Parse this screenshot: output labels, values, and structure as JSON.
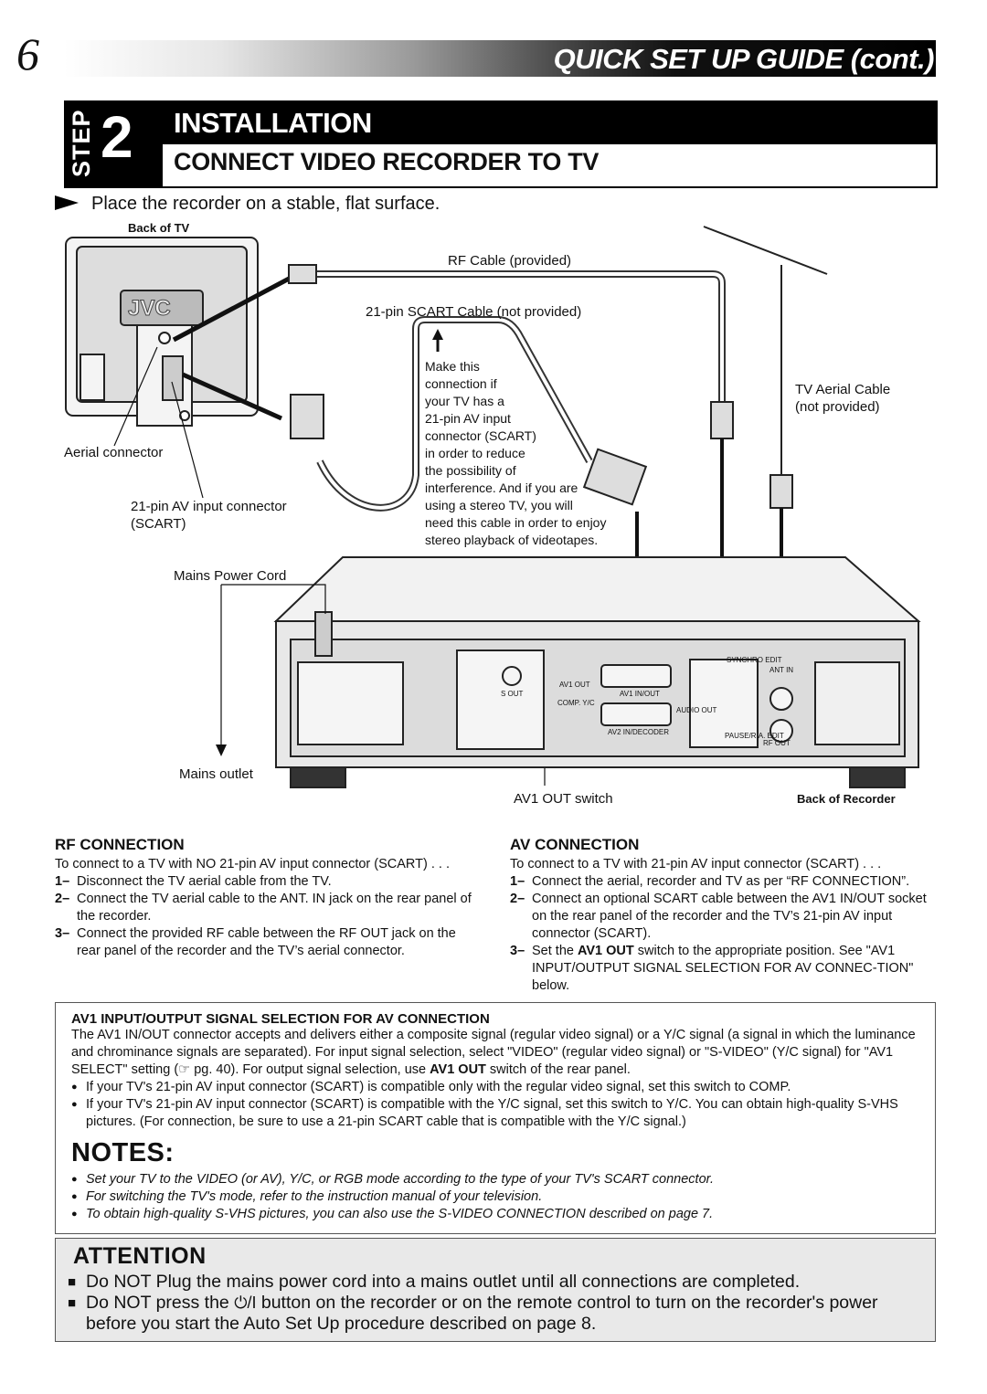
{
  "header": {
    "page_number": "6",
    "title": "QUICK SET UP GUIDE (cont.)"
  },
  "step": {
    "word": "STEP",
    "number": "2",
    "title": "INSTALLATION",
    "subtitle": "CONNECT VIDEO RECORDER TO TV"
  },
  "intro": "Place the recorder on a stable, flat surface.",
  "diagram": {
    "back_of_tv": "Back of TV",
    "tv_brand": "JVC",
    "rf_cable": "RF Cable (provided)",
    "scart_cable": "21-pin SCART Cable (not provided)",
    "make_this": [
      "Make this",
      "connection if",
      "your TV has a",
      "21-pin AV input",
      "connector (SCART)",
      "in order to reduce",
      "the possibility of",
      "interference. And if you are",
      "using a stereo TV, you will",
      "need this cable in order to enjoy",
      "stereo playback of videotapes."
    ],
    "tv_aerial": [
      "TV Aerial Cable",
      "(not provided)"
    ],
    "aerial_connector": "Aerial connector",
    "av_input": [
      "21-pin AV input connector",
      "(SCART)"
    ],
    "mains_cord": "Mains Power Cord",
    "mains_outlet": "Mains outlet",
    "av1_switch": "AV1 OUT switch",
    "back_of_recorder": "Back of Recorder",
    "panel": {
      "s_out": "S OUT",
      "av1_out": "AV1 OUT",
      "comp_yc": "COMP. Y/C",
      "av1_inout": "AV1 IN/OUT",
      "av2": "AV2 IN/DECODER",
      "ant_in": "ANT IN",
      "rf_out": "RF OUT",
      "synchro": "SYNCHRO EDIT",
      "audio_out": "AUDIO OUT",
      "paused": "PAUSE/R.A. EDIT"
    }
  },
  "rf": {
    "heading": "RF CONNECTION",
    "intro": "To connect to a TV with NO 21-pin AV input connector (SCART) . . .",
    "items": [
      "Disconnect the TV aerial cable from the TV.",
      "Connect the TV aerial cable to the ANT. IN jack on the rear panel of the recorder.",
      "Connect the provided RF cable between the RF OUT jack on the rear panel of the recorder and the TV’s aerial connector."
    ]
  },
  "av": {
    "heading": "AV CONNECTION",
    "intro": "To connect to a TV with 21-pin AV input connector (SCART) . . .",
    "item1": "Connect the aerial, recorder and TV as per “RF CONNECTION”.",
    "item2": "Connect an optional SCART cable between the AV1 IN/OUT socket on the rear panel of the recorder and the TV’s 21-pin AV input connector (SCART).",
    "item3_pre": "Set the ",
    "item3_bold": "AV1 OUT",
    "item3_post": " switch to the appropriate position. See \"AV1 INPUT/OUTPUT SIGNAL SELECTION FOR AV CONNEC-TION\" below."
  },
  "av1": {
    "heading": "AV1 INPUT/OUTPUT SIGNAL SELECTION FOR AV CONNECTION",
    "para_pre": "The AV1 IN/OUT connector accepts and delivers either a composite signal (regular video signal) or a Y/C signal (a signal in which the luminance and chrominance signals are separated). For input signal selection, select \"VIDEO\" (regular video signal) or \"S-VIDEO\" (Y/C signal) for \"AV1 SELECT\" setting (☞ pg. 40). For output signal selection, use ",
    "para_bold": "AV1 OUT",
    "para_post": " switch of the rear panel.",
    "bullets": [
      "If your TV's 21-pin AV input connector (SCART) is compatible only with the regular video signal, set this switch to COMP.",
      "If your TV's 21-pin AV input connector (SCART) is compatible with the Y/C signal, set this switch to Y/C. You can obtain high-quality S-VHS pictures.  (For connection, be sure to use a 21-pin SCART cable that is compatible with the Y/C signal.)"
    ]
  },
  "notes": {
    "title": "NOTES:",
    "items": [
      "Set your TV to the VIDEO (or AV), Y/C, or RGB mode according to the type of your TV's SCART connector.",
      "For switching the TV's mode, refer to the instruction manual of your television.",
      "To obtain high-quality S-VHS pictures, you can also use the S-VIDEO CONNECTION described on page 7."
    ]
  },
  "attention": {
    "title": "ATTENTION",
    "item1": "Do NOT Plug the mains power cord into a mains outlet until all connections are completed.",
    "item2_pre": "Do NOT press the ",
    "item2_post": " button on the recorder or on the remote control to turn on the recorder's power before you start the Auto Set Up procedure described on page 8."
  }
}
